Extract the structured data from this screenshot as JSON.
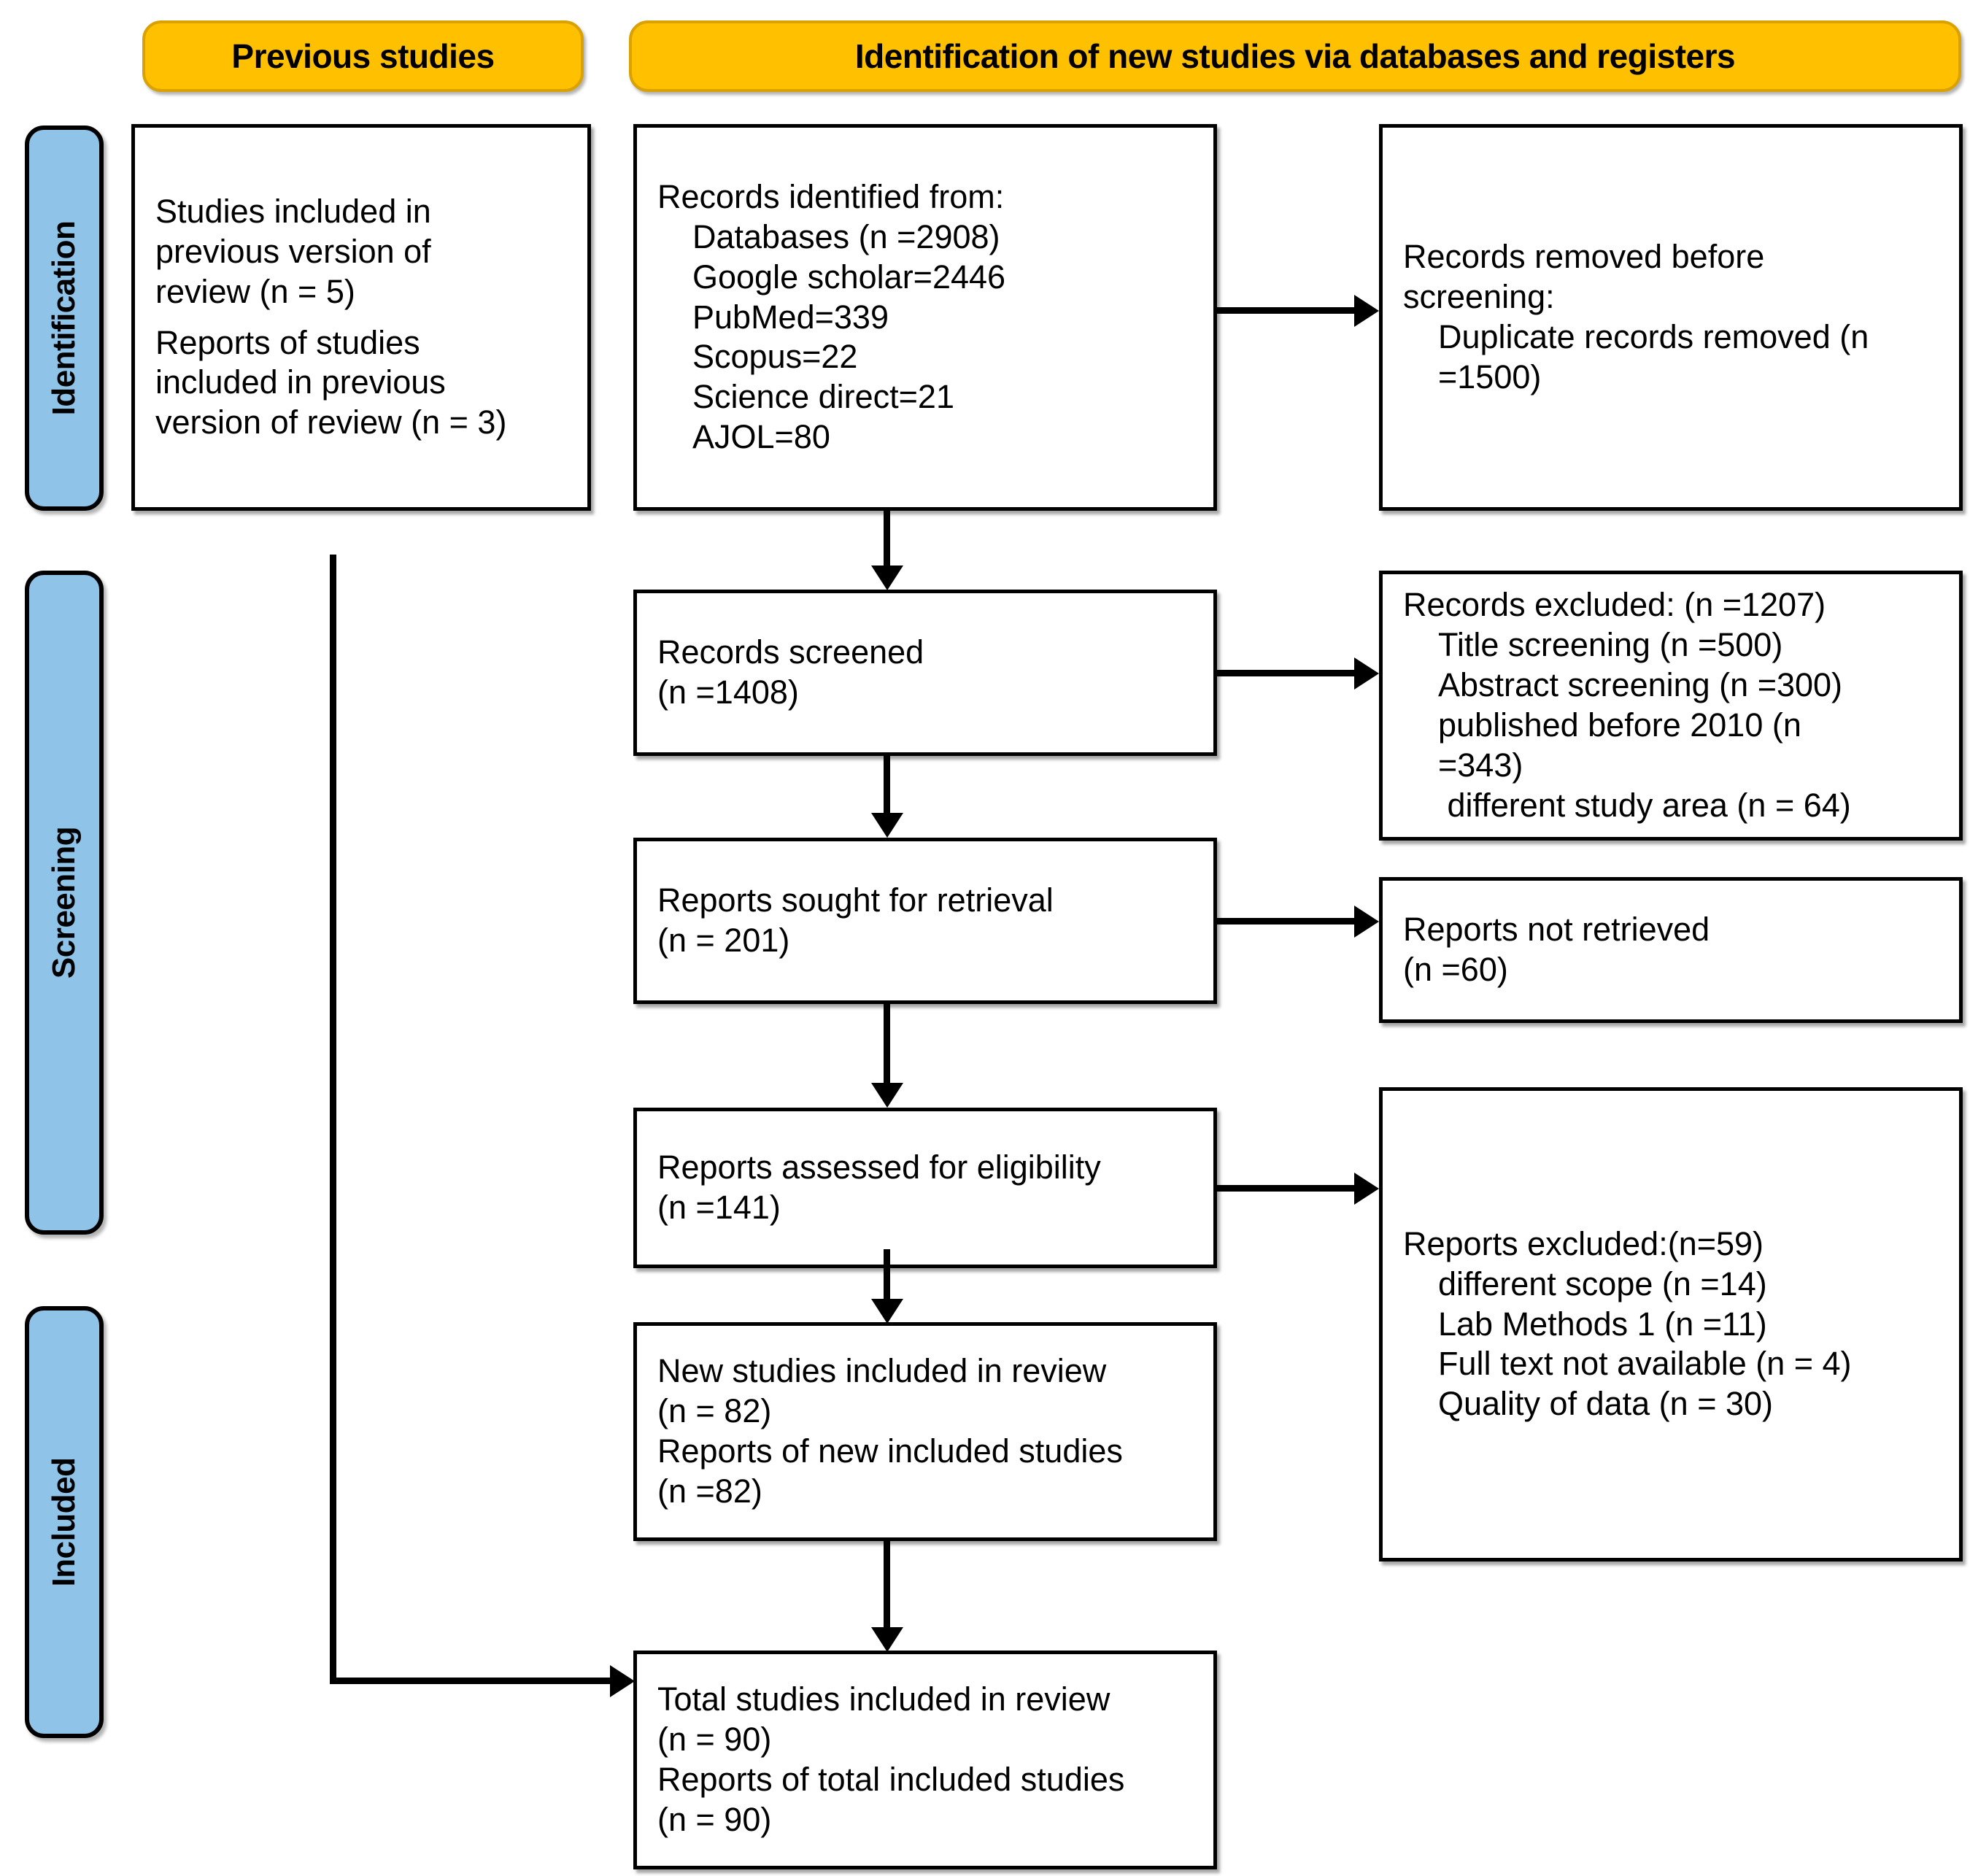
{
  "diagram": {
    "type": "prisma-flow-diagram",
    "banners": [
      {
        "id": "previous-studies",
        "label": "Previous studies"
      },
      {
        "id": "new-studies",
        "label": "Identification of new studies via databases and registers"
      }
    ],
    "stages": [
      {
        "id": "identification",
        "label": "Identification"
      },
      {
        "id": "screening",
        "label": "Screening"
      },
      {
        "id": "included",
        "label": "Included"
      }
    ],
    "boxes": {
      "previous_included": {
        "lines": [
          "Studies included in",
          "previous version of",
          "review (n = 5)",
          "",
          "Reports of studies",
          "included in previous",
          "version of review (n = 3)"
        ]
      },
      "records_identified": {
        "lines": [
          "Records identified from:",
          "Databases (n =2908)",
          "Google scholar=2446",
          "PubMed=339",
          "Scopus=22",
          "Science direct=21",
          "AJOL=80"
        ]
      },
      "records_removed": {
        "lines": [
          "Records removed before",
          "screening:",
          "Duplicate records removed (n",
          "=1500)"
        ]
      },
      "records_screened": {
        "lines": [
          "Records screened",
          "(n =1408)"
        ]
      },
      "records_excluded": {
        "lines": [
          "Records excluded: (n =1207)",
          "Title screening (n =500)",
          "Abstract screening (n =300)",
          "published before 2010 (n",
          "=343)",
          " different study area (n = 64)"
        ]
      },
      "reports_sought": {
        "lines": [
          "Reports sought for retrieval",
          "(n = 201)"
        ]
      },
      "reports_not_retrieved": {
        "lines": [
          "Reports not retrieved",
          "(n =60)"
        ]
      },
      "reports_assessed": {
        "lines": [
          "Reports assessed for eligibility",
          "(n =141)"
        ]
      },
      "reports_excluded": {
        "lines": [
          "Reports excluded:(n=59)",
          "different scope (n =14)",
          "Lab Methods 1 (n =11)",
          "Full text not available (n = 4)",
          "Quality of data (n = 30)"
        ]
      },
      "new_studies_included": {
        "lines": [
          "New studies included in review",
          "(n = 82)",
          "Reports of new included studies",
          "(n =82)"
        ]
      },
      "total_included": {
        "lines": [
          "Total studies included in review",
          "(n = 90)",
          "Reports of total included studies",
          "(n = 90)"
        ]
      }
    },
    "colors": {
      "banner_fill": "#FFC000",
      "banner_border": "#D9A200",
      "stagebar_fill": "#8FC4E8",
      "box_border": "#000000",
      "box_fill": "#FFFFFF",
      "connector": "#000000"
    }
  }
}
